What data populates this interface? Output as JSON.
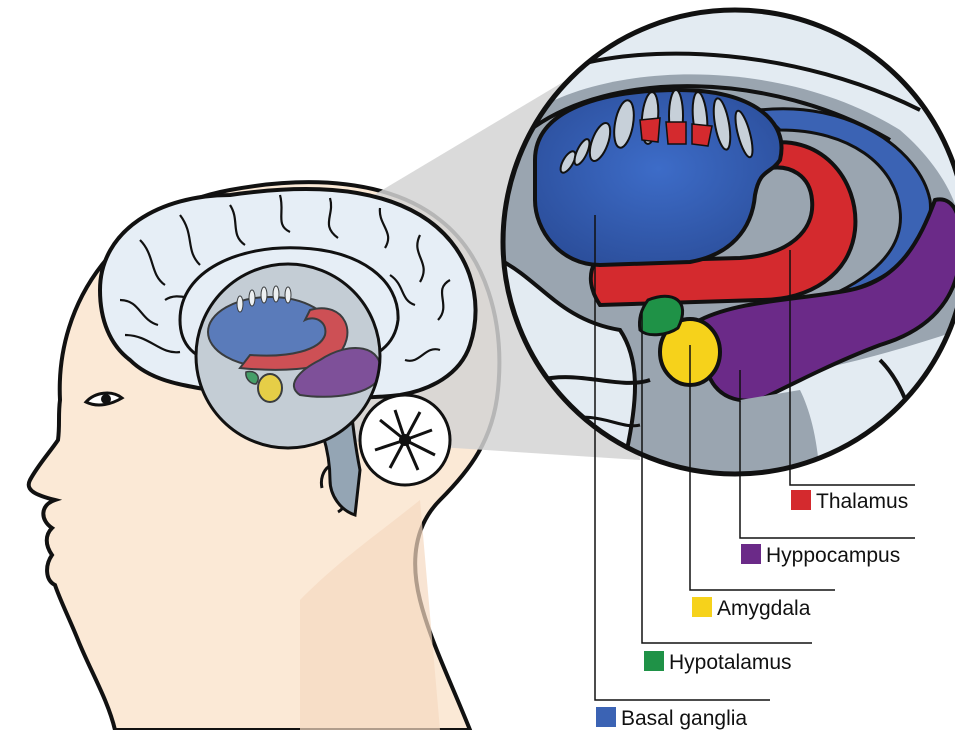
{
  "labels": [
    {
      "id": "thalamus",
      "text": "Thalamus",
      "color": "#d42a2e"
    },
    {
      "id": "hippocampus",
      "text": "Hyppocampus",
      "color": "#6b2a88"
    },
    {
      "id": "amygdala",
      "text": "Amygdala",
      "color": "#f6d21b"
    },
    {
      "id": "hypothalamus",
      "text": "Hypotalamus",
      "color": "#1f9247"
    },
    {
      "id": "basal_ganglia",
      "text": "Basal ganglia",
      "color": "#3b63b4"
    }
  ],
  "colors": {
    "skin": "#fbe9d6",
    "skin_shadow": "#f5d9c0",
    "brain": "#e6eef6",
    "brainstem": "#94a5b4",
    "inner_gray": "#9aa5b0",
    "outline": "#111111",
    "zoom_cone": "#d4d4d4"
  }
}
